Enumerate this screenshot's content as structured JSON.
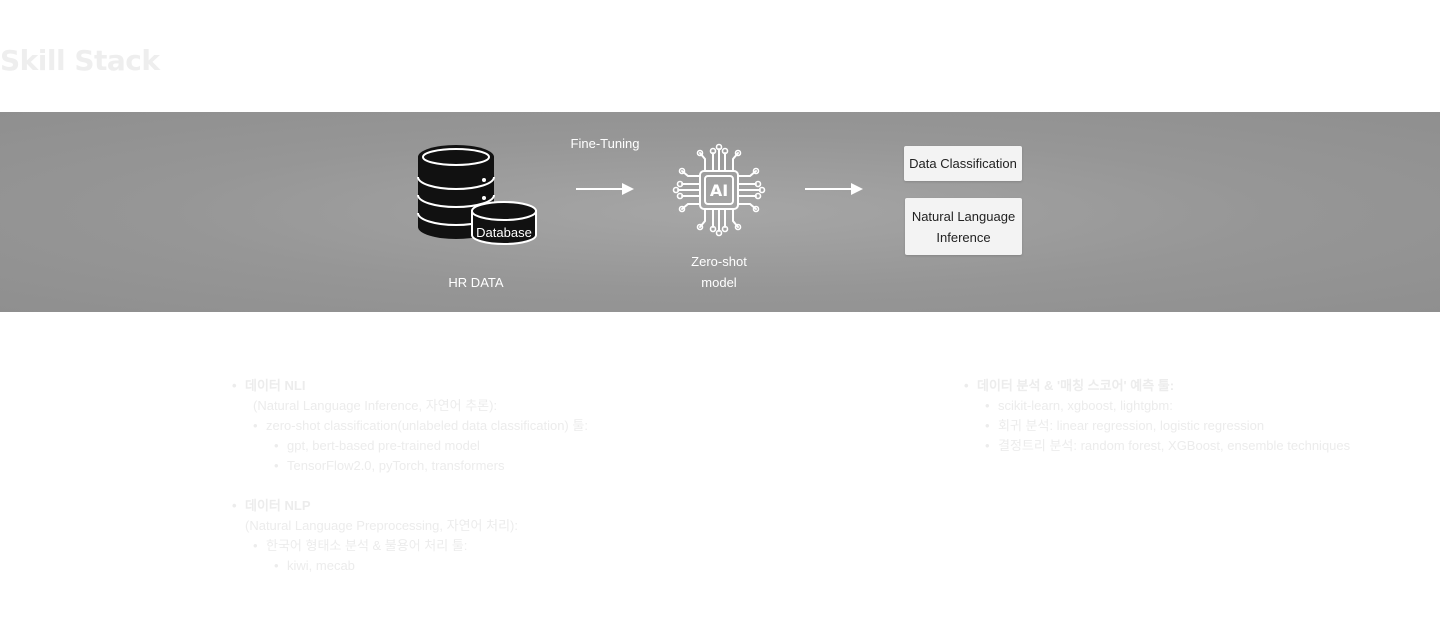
{
  "section": {
    "title": "Skill Stack"
  },
  "diagram": {
    "database_label": "Database",
    "hr_data_label": "HR DATA",
    "arrow_label": "Fine-Tuning",
    "chip_label": "AI",
    "model_label_line1": "Zero-shot",
    "model_label_line2": "model",
    "outputs": {
      "classification": "Data Classification",
      "nli_line1": "Natural Language",
      "nli_line2": "Inference"
    }
  },
  "left_list": {
    "nli_title": "데이터 NLI",
    "nli_sub": "(Natural Language Inference, 자연어 추론):",
    "zero_shot": "zero-shot classification(unlabeled data classification) 툴:",
    "models": "gpt, bert-based pre-trained model",
    "frameworks": "TensorFlow2.0, pyTorch, transformers",
    "nlp_title": "데이터 NLP",
    "nlp_sub": "(Natural Language Preprocessing, 자연어 처리):",
    "korean_tools": "한국어 형태소 분석 & 불용어 처리 툴:",
    "korean_libs": "kiwi, mecab"
  },
  "right_list": {
    "title": "데이터 분석 & '매칭 스코어' 예측 툴:",
    "libs": "scikit-learn, xgboost, lightgbm:",
    "regression": "회귀 분석: linear regression, logistic regression",
    "trees": "결정트리 분석: random forest, XGBoost, ensemble techniques"
  }
}
